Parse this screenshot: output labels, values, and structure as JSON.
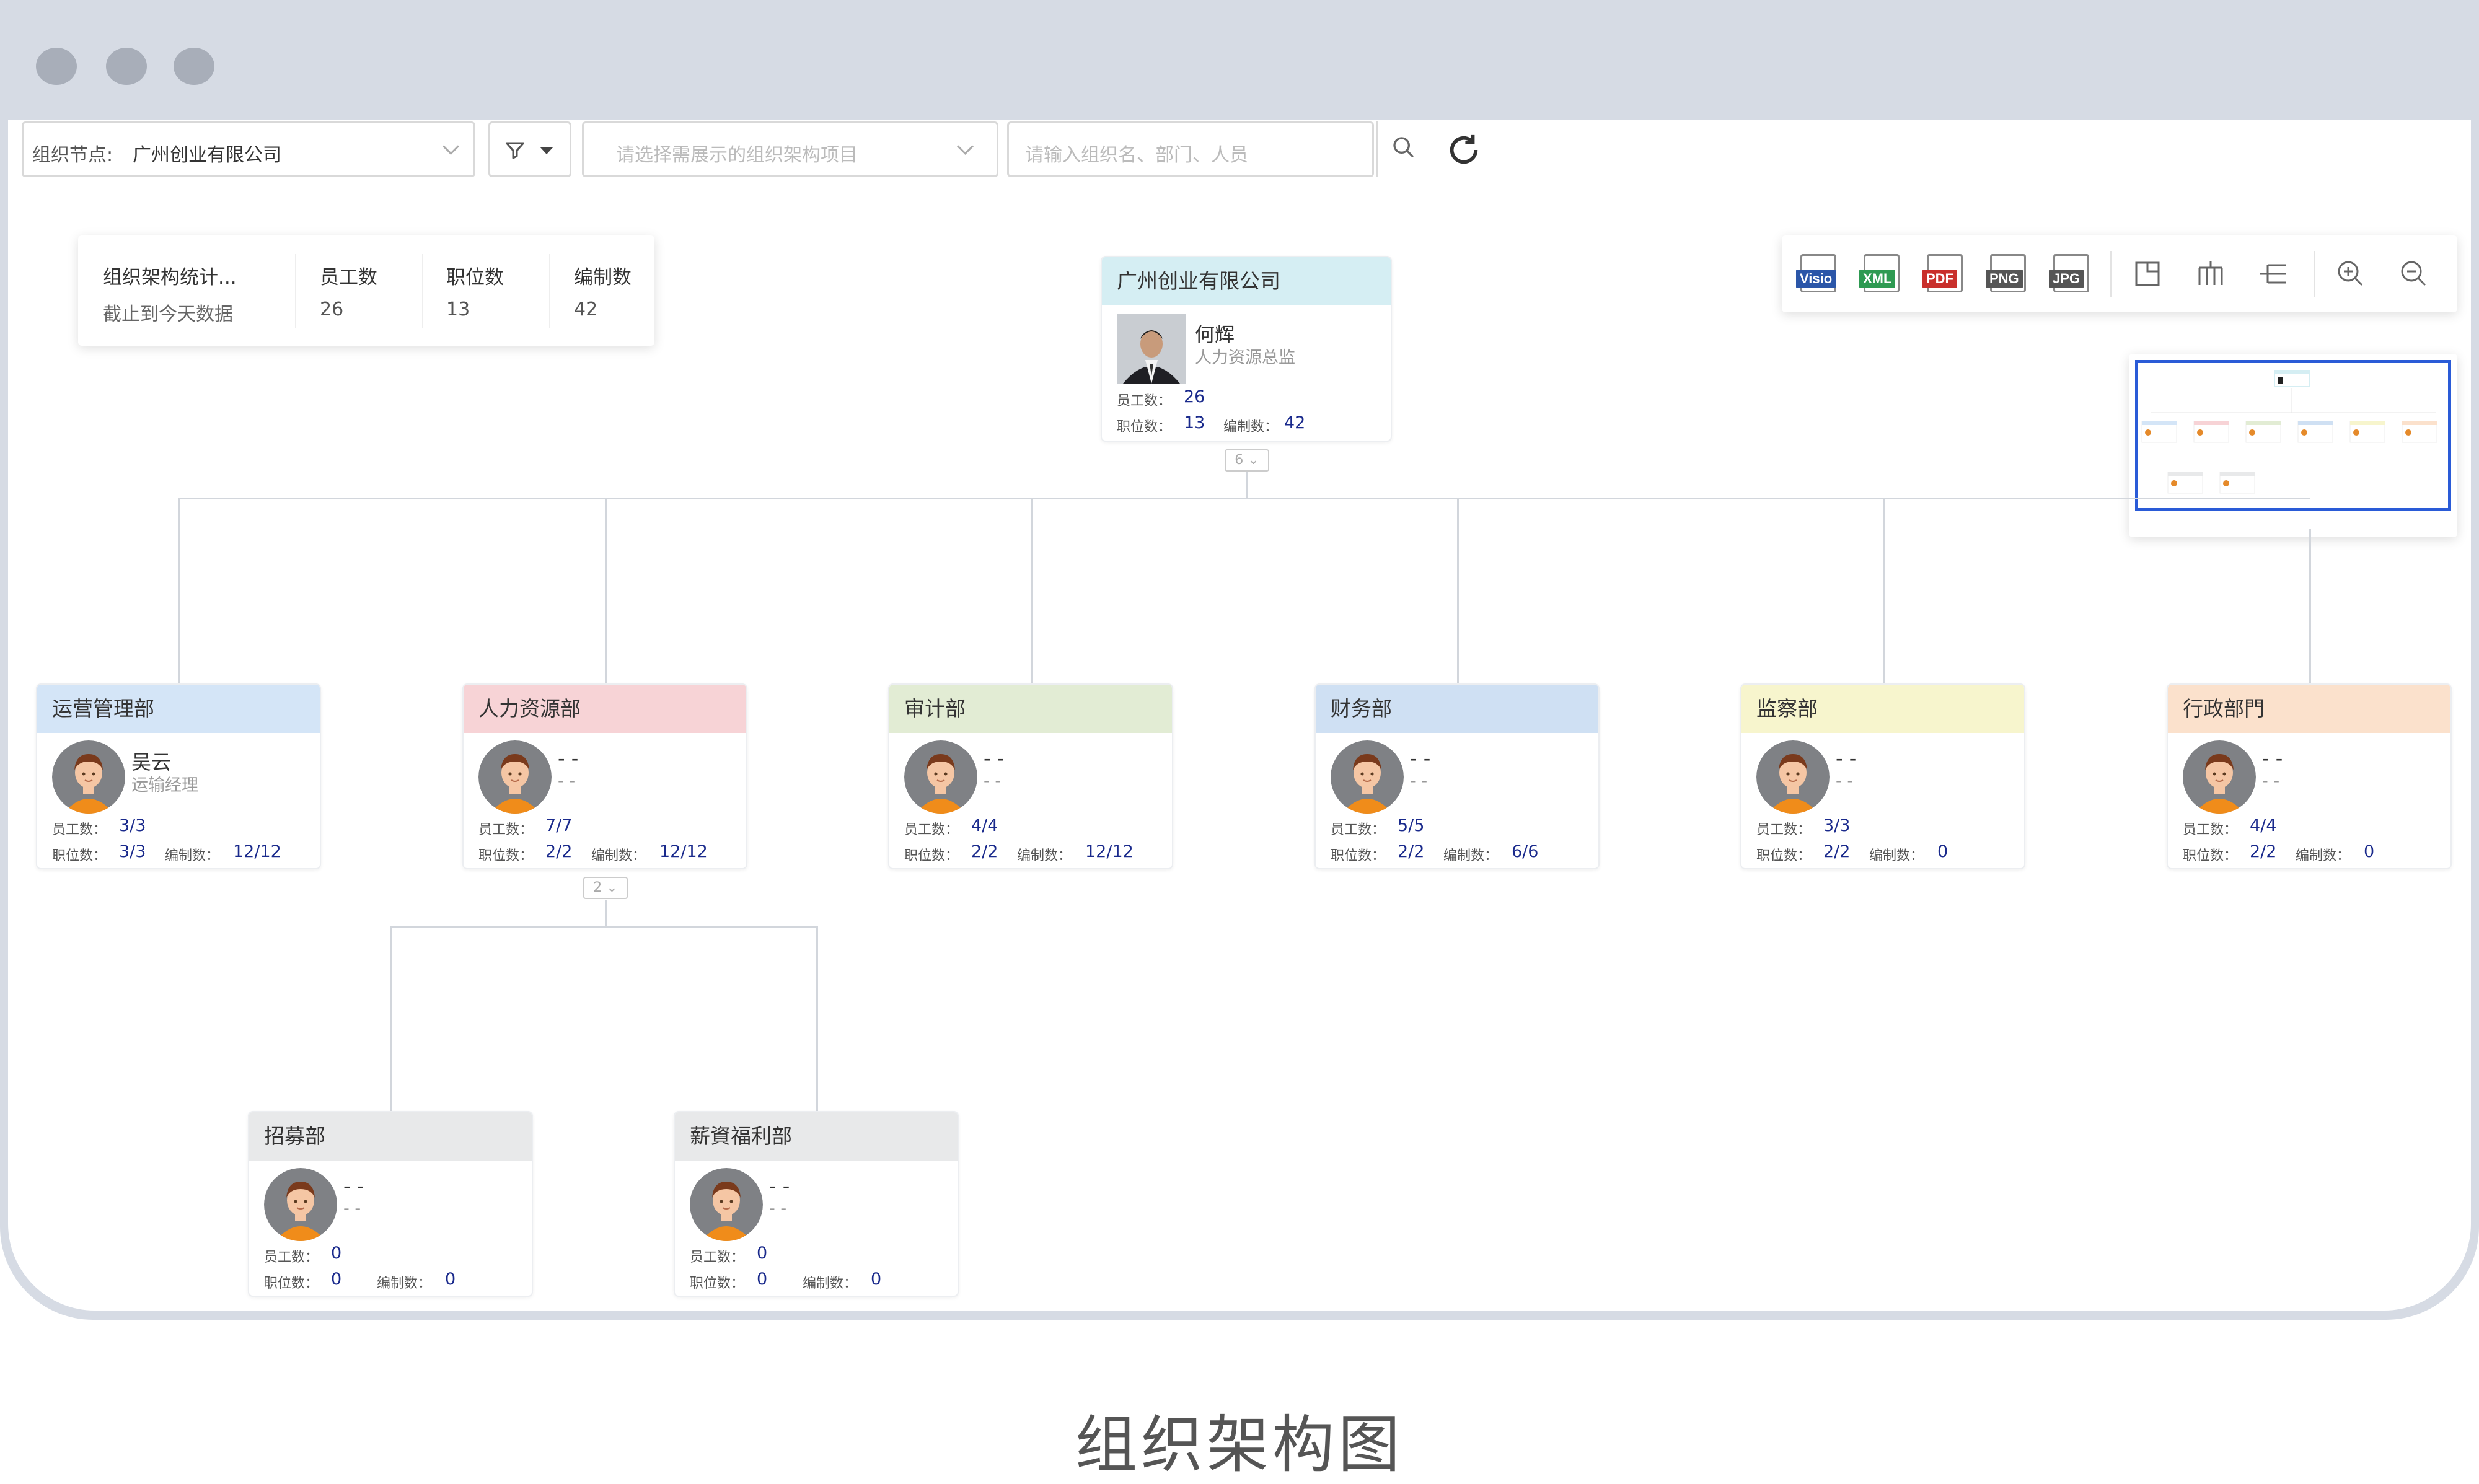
{
  "toolbar": {
    "org_node_label": "组织节点:",
    "org_node_value": "广州创业有限公司",
    "project_placeholder": "请选择需展示的组织架构项目",
    "search_placeholder": "请输入组织名、部门、人员"
  },
  "stats": {
    "title": "组织架构统计...",
    "subtitle": "截止到今天数据",
    "employees_label": "员工数",
    "employees_value": "26",
    "positions_label": "职位数",
    "positions_value": "13",
    "headcount_label": "编制数",
    "headcount_value": "42"
  },
  "export_tools": {
    "visio": "Visio",
    "xml": "XML",
    "pdf": "PDF",
    "png": "PNG",
    "jpg": "JPG"
  },
  "labels": {
    "employees": "员工数：",
    "positions": "职位数：",
    "headcount": "编制数："
  },
  "root": {
    "name": "广州创业有限公司",
    "person": "何辉",
    "title": "人力资源总监",
    "employees": "26",
    "positions": "13",
    "headcount": "42",
    "children_count": "6"
  },
  "departments": [
    {
      "name": "运营管理部",
      "person": "吴云",
      "title": "运输经理",
      "employees": "3/3",
      "positions": "3/3",
      "headcount": "12/12",
      "color": "#d4e5f7"
    },
    {
      "name": "人力资源部",
      "person": "- -",
      "title": "- -",
      "employees": "7/7",
      "positions": "2/2",
      "headcount": "12/12",
      "color": "#f7d3d6",
      "children_count": "2"
    },
    {
      "name": "审计部",
      "person": "- -",
      "title": "- -",
      "employees": "4/4",
      "positions": "2/2",
      "headcount": "12/12",
      "color": "#e2ecd4"
    },
    {
      "name": "财务部",
      "person": "- -",
      "title": "- -",
      "employees": "5/5",
      "positions": "2/2",
      "headcount": "6/6",
      "color": "#cfe0f3"
    },
    {
      "name": "监察部",
      "person": "- -",
      "title": "- -",
      "employees": "3/3",
      "positions": "2/2",
      "headcount": "0",
      "color": "#f7f5cd"
    },
    {
      "name": "行政部門",
      "person": "- -",
      "title": "- -",
      "employees": "4/4",
      "positions": "2/2",
      "headcount": "0",
      "color": "#fbe1cc"
    }
  ],
  "sub_departments": [
    {
      "name": "招募部",
      "person": "- -",
      "title": "- -",
      "employees": "0",
      "positions": "0",
      "headcount": "0",
      "color": "#e8e9ea"
    },
    {
      "name": "薪資福利部",
      "person": "- -",
      "title": "- -",
      "employees": "0",
      "positions": "0",
      "headcount": "0",
      "color": "#e8e9ea"
    }
  ],
  "caption": "组织架构图"
}
